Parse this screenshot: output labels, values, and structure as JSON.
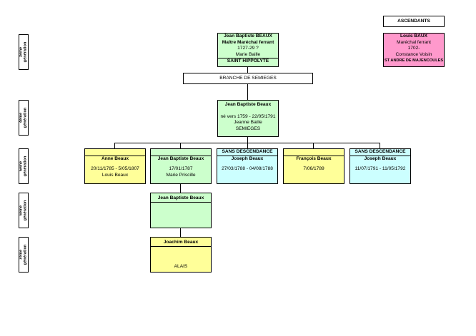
{
  "generations": {
    "g3": "3ème\ngénération",
    "g4": "4ème\ngénération",
    "g5": "5ème\ngénération",
    "g6": "6ème\ngénération",
    "g7": "7ème\ngénération"
  },
  "ascendants_label": "ASCENDANTS",
  "branch_label": "BRANCHE DE SEMIEGES",
  "root": {
    "name": "Jean Baptiste BEAUX",
    "title": "Maître Maréchal ferrant",
    "dates": "1727-29 ?",
    "spouse": "Marie Baille",
    "place": "SAINT HIPPOLYTE"
  },
  "ascendant": {
    "name": "Louis BAUX",
    "title": "Maréchal ferrant",
    "dates": "1702-",
    "spouse": "Constance Voisin",
    "place": "ST ANDRE DE MAJENCOULES"
  },
  "gen4": {
    "name": "Jean Baptiste Beaux",
    "dates": "né vers 1759 - 22/05/1791",
    "spouse": "Jeanne Baille",
    "place": "SEMIEGES"
  },
  "gen5": [
    {
      "tag": "",
      "name": "Anne Beaux",
      "dates": "20/11/1785 - 5/05/1807",
      "spouse": "Louis Beaux"
    },
    {
      "tag": "",
      "name": "Jean Baptiste Beaux",
      "dates": "17/01/1787",
      "spouse": "Marie Priscille"
    },
    {
      "tag": "SANS DESCENDANCE",
      "name": "Joseph Beaux",
      "dates": "27/03/1788 - 04/08/1788",
      "spouse": ""
    },
    {
      "tag": "",
      "name": "François Beaux",
      "dates": "7/06/1789",
      "spouse": ""
    },
    {
      "tag": "SANS DESCENDANCE",
      "name": "Joseph Beaux",
      "dates": "11/07/1791 - 11/05/1792",
      "spouse": ""
    }
  ],
  "gen6": {
    "name": "Jean Baptiste Beaux"
  },
  "gen7": {
    "name": "Joachim Beaux",
    "place": "ALAIS"
  }
}
